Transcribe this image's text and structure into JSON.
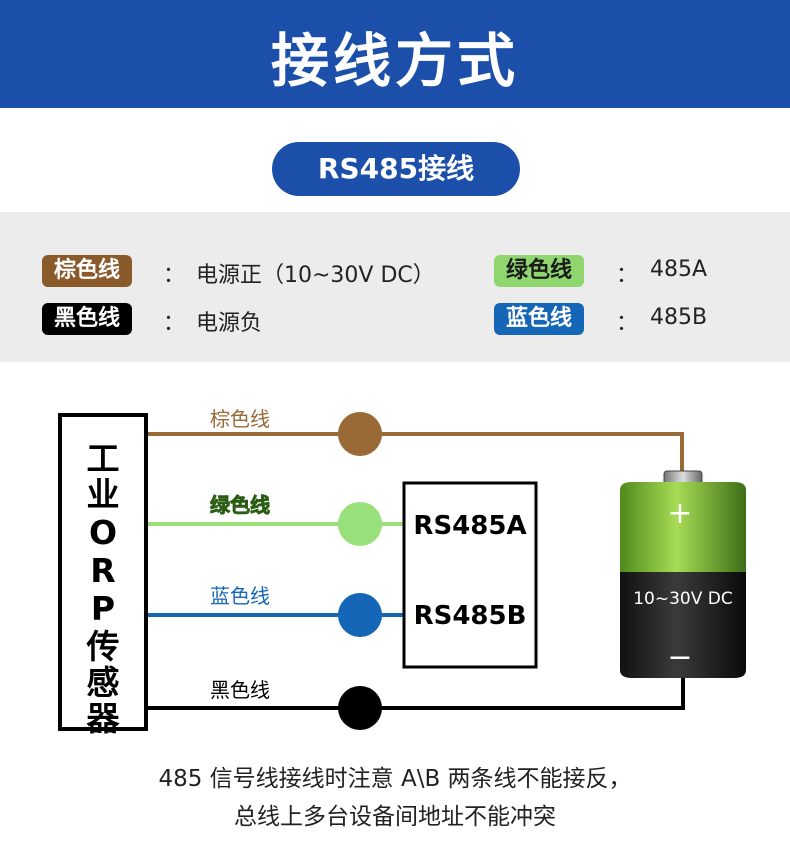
{
  "header": {
    "title": "接线方式"
  },
  "section": {
    "label": "RS485接线"
  },
  "legend": {
    "items": [
      {
        "tag": "棕色线",
        "colon": "：",
        "desc": "电源正（10~30V DC）",
        "color": "#8b5a2b",
        "text_color": "#ffffff"
      },
      {
        "tag": "黑色线",
        "colon": "：",
        "desc": "电源负",
        "color": "#000000",
        "text_color": "#ffffff"
      },
      {
        "tag": "绿色线",
        "colon": "：",
        "desc": "485A",
        "color": "#8fd66e",
        "text_color": "#1a1a1a"
      },
      {
        "tag": "蓝色线",
        "colon": "：",
        "desc": "485B",
        "color": "#1566b7",
        "text_color": "#ffffff"
      }
    ]
  },
  "diagram": {
    "sensor_label": [
      "工",
      "业",
      "O",
      "R",
      "P",
      "传",
      "感",
      "器"
    ],
    "wires": [
      {
        "label": "棕色线",
        "color": "#9a6a36"
      },
      {
        "label": "绿色线",
        "color": "#97e07a"
      },
      {
        "label": "蓝色线",
        "color": "#1566b7"
      },
      {
        "label": "黑色线",
        "color": "#000000"
      }
    ],
    "rs485_a": "RS485A",
    "rs485_b": "RS485B",
    "battery_plus": "+",
    "battery_label": "10~30V DC",
    "battery_minus": "−"
  },
  "footer": {
    "line1": "485 信号线接线时注意 A\\B 两条线不能接反，",
    "line2": "总线上多台设备间地址不能冲突"
  }
}
